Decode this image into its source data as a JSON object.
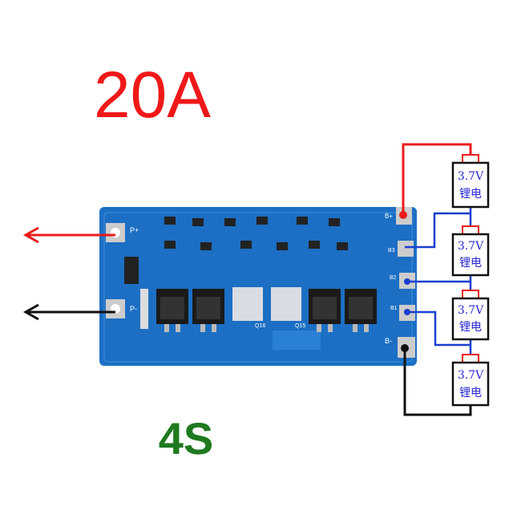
{
  "title": "20A",
  "subtitle": "4S",
  "board": {
    "pads": {
      "p_plus": "P+",
      "p_minus": "P-",
      "b_plus": "B+",
      "b3": "B3",
      "b2": "B2",
      "b1": "B1",
      "b_minus": "B-"
    },
    "mosfet_labels": [
      "Q16",
      "Q15"
    ]
  },
  "cells": [
    {
      "voltage": "3.7V",
      "type": "锂电"
    },
    {
      "voltage": "3.7V",
      "type": "锂电"
    },
    {
      "voltage": "3.7V",
      "type": "锂电"
    },
    {
      "voltage": "3.7V",
      "type": "锂电"
    }
  ],
  "colors": {
    "title": "#f01818",
    "subtitle": "#1f7a1f",
    "board": "#1c6fc4",
    "positive_wire": "#e81c1c",
    "balance_wire": "#1a3fd0",
    "negative_wire": "#111111"
  }
}
